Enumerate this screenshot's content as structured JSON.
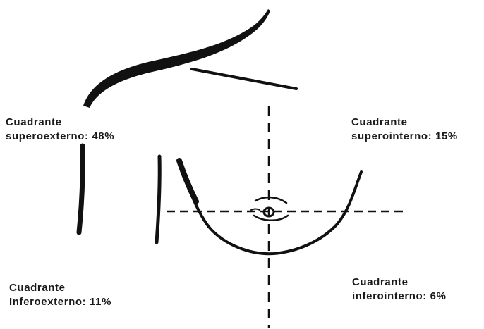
{
  "quadrants": {
    "superoexterno": {
      "line1": "Cuadrante",
      "line2": "superoexterno: 48%"
    },
    "superointerno": {
      "line1": "Cuadrante",
      "line2": "superointerno: 15%"
    },
    "inferoexterno": {
      "line1": "Cuadrante",
      "line2": "Inferoexterno: 11%"
    },
    "inferointerno": {
      "line1": "Cuadrante",
      "line2": "inferointerno: 6%"
    }
  },
  "colors": {
    "ink": "#111111",
    "background": "#ffffff"
  }
}
